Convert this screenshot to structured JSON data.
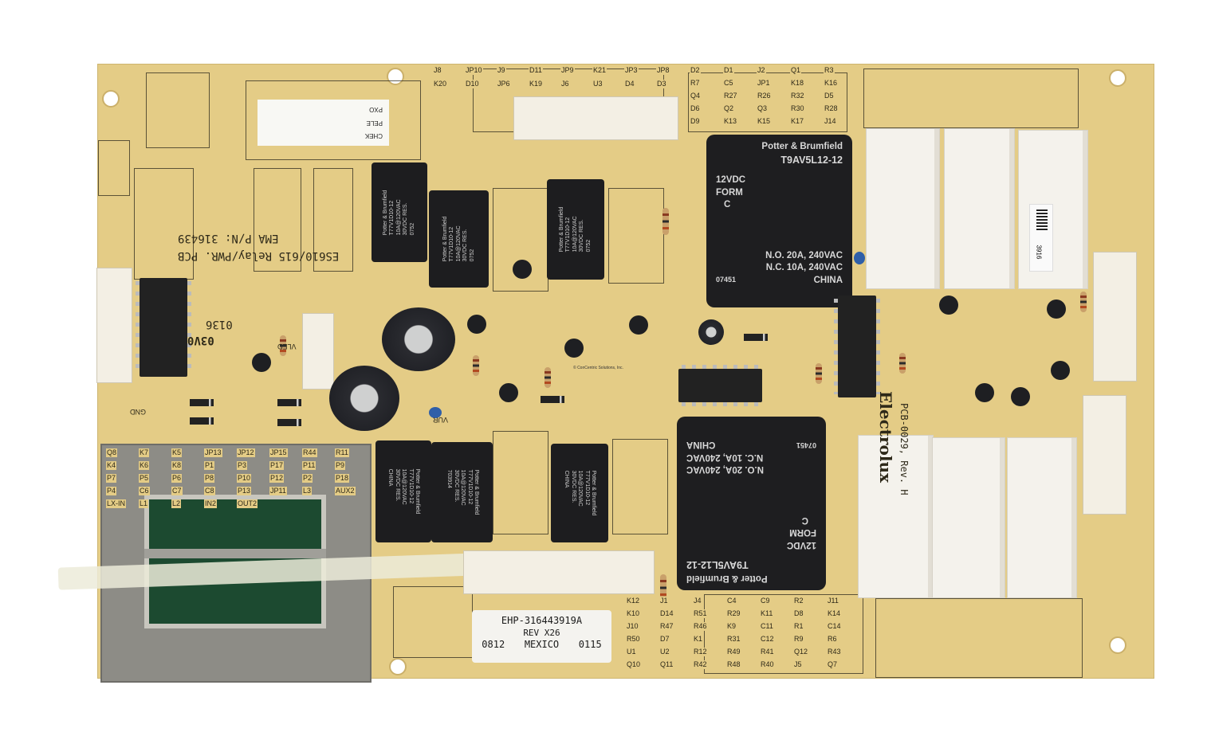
{
  "board": {
    "silkscreen": {
      "model": "ES610/615 Relay/PWR. PCB",
      "part_number": "EMA P/N: 316439",
      "date_code": "0136",
      "vendor_code": "03V0",
      "pcb_number": "PCB-0029, Rev. H",
      "brand": "Electrolux",
      "gnd": "GND",
      "vled": "VLED",
      "vur": "VUR"
    },
    "watermark": "© ConCentric Solutions, Inc.",
    "large_relay": {
      "maker": "Potter & Brumfield",
      "model": "T9AV5L12-12",
      "coil": "12VDC",
      "form": "FORM",
      "form_type": "C",
      "no_rating": "N.O. 20A, 240VAC",
      "nc_rating": "N.C. 10A, 240VAC",
      "lot": "07451",
      "origin": "CHINA"
    },
    "small_relay": {
      "maker": "Potter & Brumfield",
      "model": "T77V1D10-12",
      "rating": "10A@120VAC",
      "dc_rating": "30VDC RES.",
      "lot": "0752",
      "code": "703914",
      "origin": "CHINA"
    },
    "product_label": {
      "line1": "EHP-316443919A",
      "line2": "REV X26",
      "line3a": "0812",
      "line3b": "MEXICO",
      "line3c": "0115"
    },
    "side_sticker": "3916",
    "handwritten_tag": {
      "a": "CHEK",
      "b": "PELE",
      "c": "PXO"
    },
    "refdes": [
      "J8",
      "JP10",
      "J9",
      "D11",
      "JP9",
      "K21",
      "JP3",
      "JP8",
      "K20",
      "D10",
      "JP6",
      "K19",
      "J6",
      "U3",
      "D4",
      "D3",
      "D2",
      "D1",
      "J2",
      "Q1",
      "R3",
      "R7",
      "C5",
      "JP1",
      "K18",
      "K16",
      "Q4",
      "R27",
      "R26",
      "R32",
      "D5",
      "D6",
      "Q2",
      "Q3",
      "R30",
      "R28",
      "D9",
      "K13",
      "K15",
      "K17",
      "J14",
      "K12",
      "J1",
      "J4",
      "C4",
      "C9",
      "R2",
      "J11",
      "K10",
      "D14",
      "R51",
      "R29",
      "K11",
      "D8",
      "K14",
      "J10",
      "R47",
      "R46",
      "K9",
      "C11",
      "R1",
      "C14",
      "R50",
      "D7",
      "K1",
      "R31",
      "C12",
      "R9",
      "R6",
      "U1",
      "U2",
      "R12",
      "R49",
      "R41",
      "Q12",
      "R43",
      "Q10",
      "Q11",
      "R42",
      "R48",
      "R40",
      "J5",
      "Q7",
      "Q8",
      "K7",
      "K5",
      "JP13",
      "JP12",
      "JP15",
      "R44",
      "R11",
      "K4",
      "K6",
      "K8",
      "P1",
      "P3",
      "P17",
      "P11",
      "P9",
      "P7",
      "P5",
      "P6",
      "P8",
      "P10",
      "P12",
      "P2",
      "P18",
      "P4",
      "C6",
      "C7",
      "C8",
      "P13",
      "JP11",
      "L3",
      "AUX2",
      "LX-IN",
      "L1",
      "L2",
      "IN2",
      "OUT2"
    ]
  }
}
